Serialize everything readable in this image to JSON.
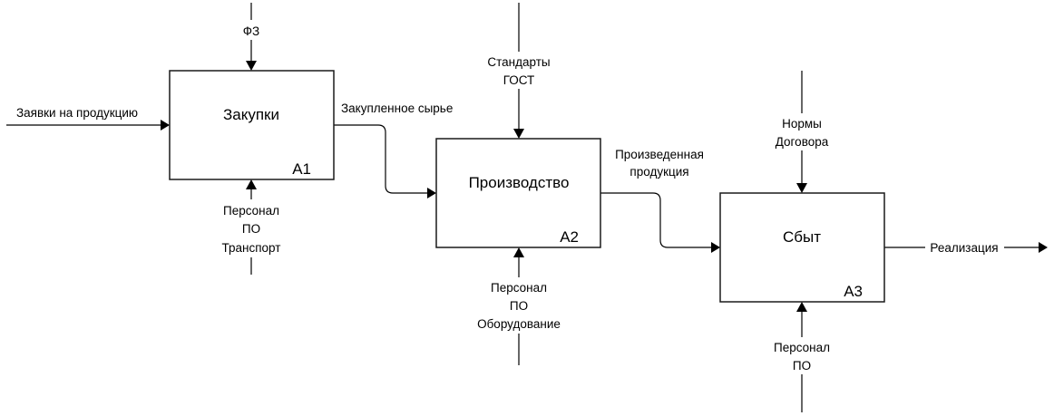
{
  "diagram": {
    "type": "IDEF0",
    "blocks": [
      {
        "id": "A1",
        "title": "Закупки",
        "code": "A1"
      },
      {
        "id": "A2",
        "title": "Производство",
        "code": "A2"
      },
      {
        "id": "A3",
        "title": "Сбыт",
        "code": "A3"
      }
    ],
    "arrows": {
      "a1_input": {
        "label": "Заявки на продукцию"
      },
      "a1_control": {
        "label_lines": [
          "ФЗ"
        ]
      },
      "a1_mechanism": {
        "label_lines": [
          "Персонал",
          "ПО",
          "Транспорт"
        ]
      },
      "a1_to_a2": {
        "label": "Закупленное сырье"
      },
      "a2_control": {
        "label_lines": [
          "Стандарты",
          "ГОСТ"
        ]
      },
      "a2_mechanism": {
        "label_lines": [
          "Персонал",
          "ПО",
          "Оборудование"
        ]
      },
      "a2_to_a3": {
        "label_lines": [
          "Произведенная",
          "продукция"
        ]
      },
      "a3_control": {
        "label_lines": [
          "Нормы",
          "Договора"
        ]
      },
      "a3_mechanism": {
        "label_lines": [
          "Персонал",
          "ПО"
        ]
      },
      "a3_output": {
        "label": "Реализация"
      }
    }
  }
}
